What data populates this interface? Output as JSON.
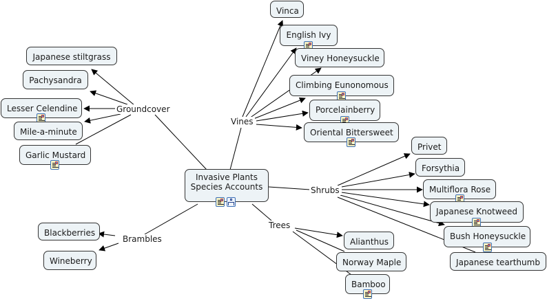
{
  "map": {
    "root": {
      "label_line1": "Invasive Plants",
      "label_line2": "Species Accounts",
      "icons": [
        "document-icon",
        "submap-icon"
      ]
    },
    "linking_phrases": {
      "groundcover": "Groundcover",
      "vines": "Vines",
      "shrubs": "Shrubs",
      "trees": "Trees",
      "brambles": "Brambles"
    },
    "concepts": {
      "japanese_stiltgrass": "Japanese stiltgrass",
      "pachysandra": "Pachysandra",
      "lesser_celandine": "Lesser Celendine",
      "mile_a_minute": "Mile-a-minute",
      "garlic_mustard": "Garlic Mustard",
      "vinca": "Vinca",
      "english_ivy": "English Ivy",
      "viney_honeysuckle": "Viney Honeysuckle",
      "climbing_eunonomous": "Climbing Eunonomous",
      "porcelainberry": "Porcelainberry",
      "oriental_bittersweet": "Oriental Bittersweet",
      "privet": "Privet",
      "forsythia": "Forsythia",
      "multiflora_rose": "Multiflora Rose",
      "japanese_knotweed": "Japanese Knotweed",
      "bush_honeysuckle": "Bush Honeysuckle",
      "japanese_tearthumb": "Japanese tearthumb",
      "alianthus": "Alianthus",
      "norway_maple": "Norway Maple",
      "bamboo": "Bamboo",
      "blackberries": "Blackberries",
      "wineberry": "Wineberry"
    },
    "colors": {
      "node_fill": "#edf3f6",
      "node_border": "#333333",
      "link": "#000000"
    }
  }
}
